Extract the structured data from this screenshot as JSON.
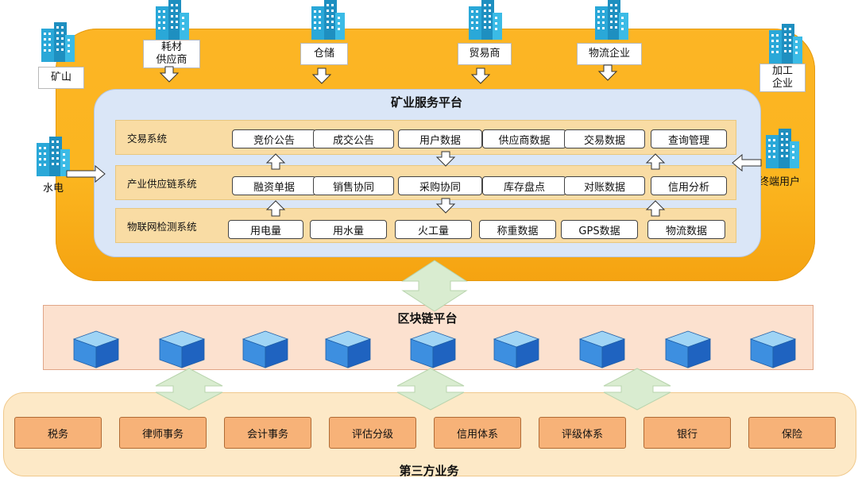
{
  "mining_platform": {
    "title": "矿业服务平台",
    "systems": [
      {
        "label": "交易系统",
        "items": [
          "竞价公告",
          "成交公告",
          "用户数据",
          "供应商数据",
          "交易数据",
          "查询管理"
        ]
      },
      {
        "label": "产业供应链系统",
        "items": [
          "融资单据",
          "销售协同",
          "采购协同",
          "库存盘点",
          "对账数据",
          "信用分析"
        ]
      },
      {
        "label": "物联网检测系统",
        "items": [
          "用电量",
          "用水量",
          "火工量",
          "称重数据",
          "GPS数据",
          "物流数据"
        ]
      }
    ]
  },
  "participants": {
    "top": [
      "耗材\n供应商",
      "仓储",
      "贸易商",
      "物流企业"
    ],
    "left": [
      "矿山",
      "水电"
    ],
    "right": [
      "加工\n企业",
      "终端用户"
    ]
  },
  "blockchain": {
    "title": "区块链平台",
    "node_count": 9
  },
  "third_party": {
    "title": "第三方业务",
    "services": [
      "税务",
      "律师事务",
      "会计事务",
      "评估分级",
      "信用体系",
      "评级体系",
      "银行",
      "保险"
    ]
  },
  "colors": {
    "platform_orange": "#fbb51f",
    "inner_blue": "#dae6f7",
    "row_tan": "#f9dca4",
    "double_arrow_green": "#d9ecd0",
    "service_orange": "#f7b278",
    "building_blue": "#2aa8d8",
    "cube_blue": "#2f7fd8"
  }
}
